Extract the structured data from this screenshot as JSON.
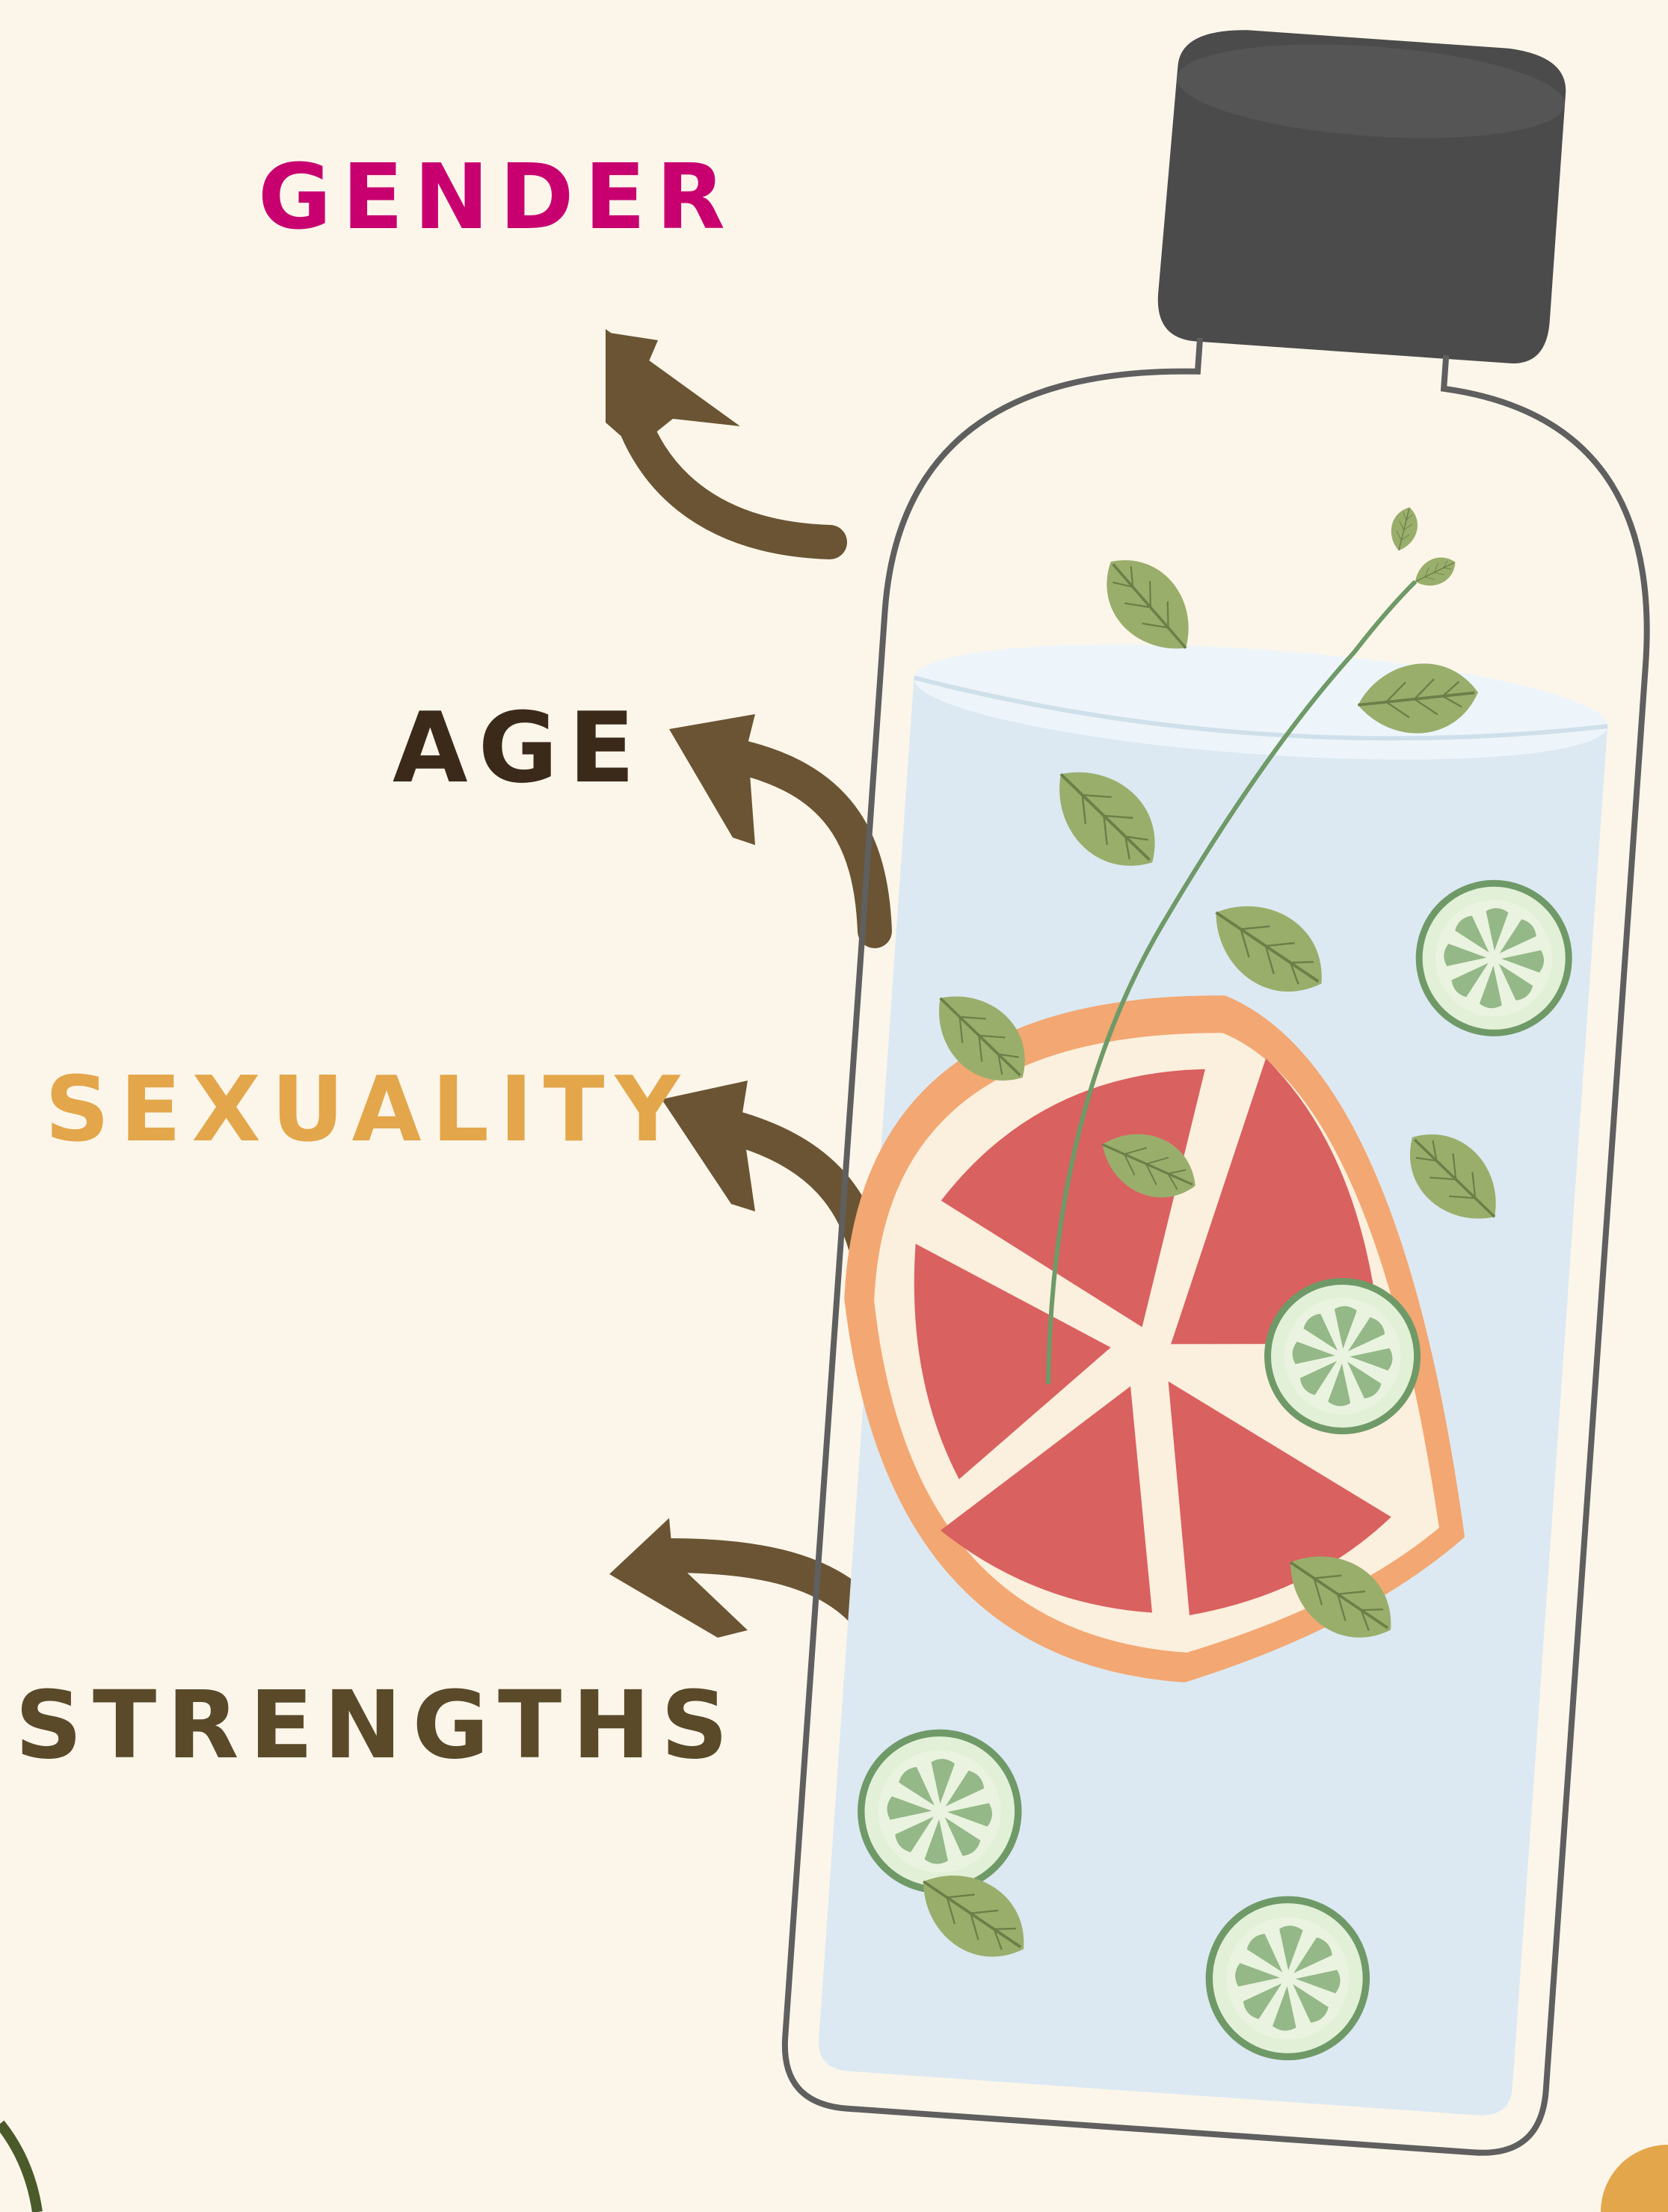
{
  "labels": {
    "gender": "GENDER",
    "age": "AGE",
    "sexuality": "SEXUALITY",
    "strengths": "STRENGTHS"
  },
  "colors": {
    "background": "#fcf6ea",
    "gender": "#c8006f",
    "age": "#3b2a1a",
    "sexuality": "#e3a64a",
    "strengths": "#5a4a2a",
    "arrow": "#6a5433",
    "cap": "#4b4b4b",
    "water": "#dce9f2",
    "grapefruit": "#d9615f",
    "cucumber": "#e3f0d8",
    "leaf": "#9aae6c"
  },
  "icons": [
    "bottle-icon",
    "cap-icon",
    "grapefruit-icon",
    "cucumber-slice-icon",
    "mint-leaf-icon",
    "arrow-icon"
  ]
}
